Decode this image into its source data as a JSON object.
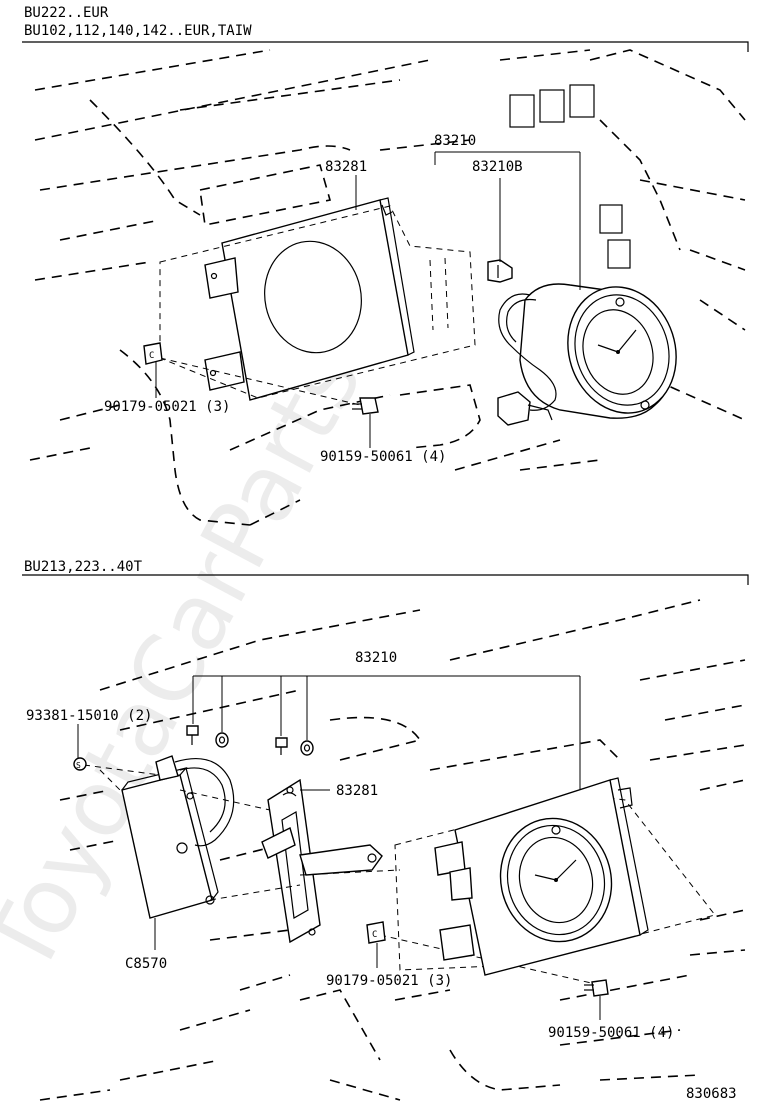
{
  "top_section": {
    "header_line1": "BU222..EUR",
    "header_line2": "BU102,112,140,142..EUR,TAIW",
    "labels": {
      "clock_assy": "83210",
      "bracket": "83281",
      "clock_sub": "83210B",
      "nut": "90179-05021 (3)",
      "bolt": "90159-50061 (4)"
    }
  },
  "bottom_section": {
    "header": "BU213,223..40T",
    "labels": {
      "clock_assy": "83210",
      "nut_s": "93381-15010 (2)",
      "bracket": "83281",
      "module": "C8570",
      "nut": "90179-05021 (3)",
      "bolt": "90159-50061 (4)"
    }
  },
  "figure_number": "830683",
  "watermark": "ToyotaCarParts"
}
